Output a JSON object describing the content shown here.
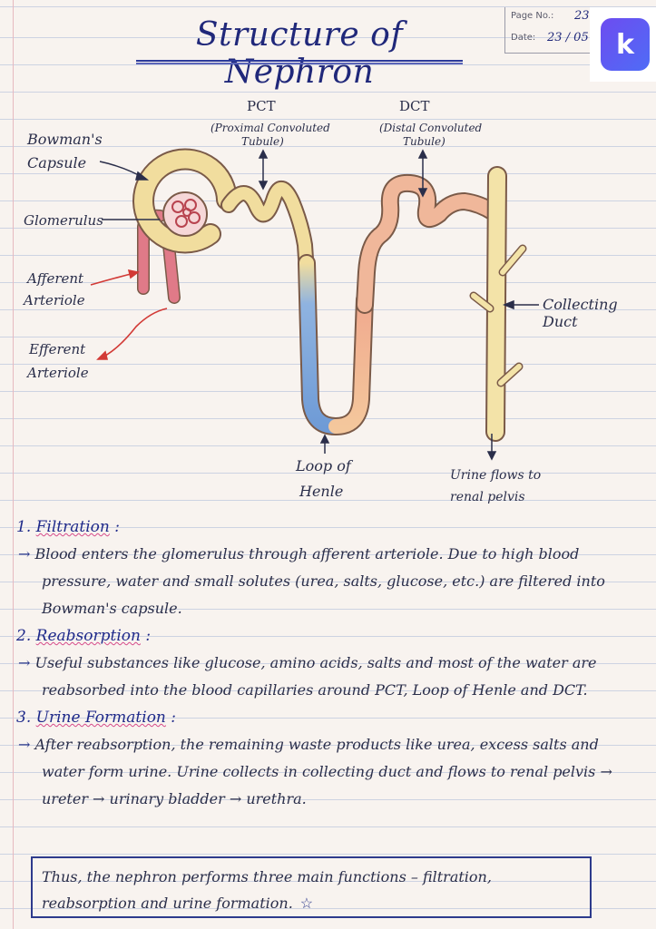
{
  "page": {
    "title": "Structure of Nephron",
    "page_no_label": "Page No.:",
    "page_no": "23",
    "date_label": "Date:",
    "date": "23 / 05",
    "logo_letter": "k"
  },
  "diagram": {
    "labels": {
      "bowman": "Bowman's",
      "bowman2": "Capsule",
      "glomerulus": "Glomerulus",
      "afferent": "Afferent",
      "afferent2": "Arteriole",
      "efferent": "Efferent",
      "efferent2": "Arteriole",
      "pct": "PCT",
      "pct_full": "(Proximal Convoluted",
      "pct_full2": "Tubule)",
      "dct": "DCT",
      "dct_full": "(Distal Convoluted",
      "dct_full2": "Tubule)",
      "loop": "Loop of",
      "loop2": "Henle",
      "collecting": "Collecting Duct",
      "urine": "Urine flows to",
      "urine2": "renal pelvis"
    },
    "colors": {
      "capsule": "#f1dd9e",
      "pct": "#f4c79c",
      "loop_blue": "#7ea6d9",
      "dct": "#f0b79a",
      "duct": "#f3e3a8",
      "arteriole_red": "#e07a88",
      "outline": "#7a5a48"
    }
  },
  "notes": {
    "s1_num": "1.",
    "s1_title": "Filtration",
    "s1_text": "Blood enters the glomerulus through afferent arteriole. Due to high blood pressure, water and small solutes (urea, salts, glucose, etc.) are filtered into Bowman's capsule.",
    "s2_num": "2.",
    "s2_title": "Reabsorption",
    "s2_text": "Useful substances like glucose, amino acids, salts and most of the water are reabsorbed into the blood capillaries around PCT, Loop of Henle and DCT.",
    "s3_num": "3.",
    "s3_title": "Urine Formation",
    "s3_text": "After reabsorption, the remaining waste products like urea, excess salts and water form urine. Urine collects in collecting duct and flows to renal pelvis → ureter → urinary bladder → urethra.",
    "summary": "Thus, the nephron performs three main functions – filtration, reabsorption and urine formation."
  }
}
